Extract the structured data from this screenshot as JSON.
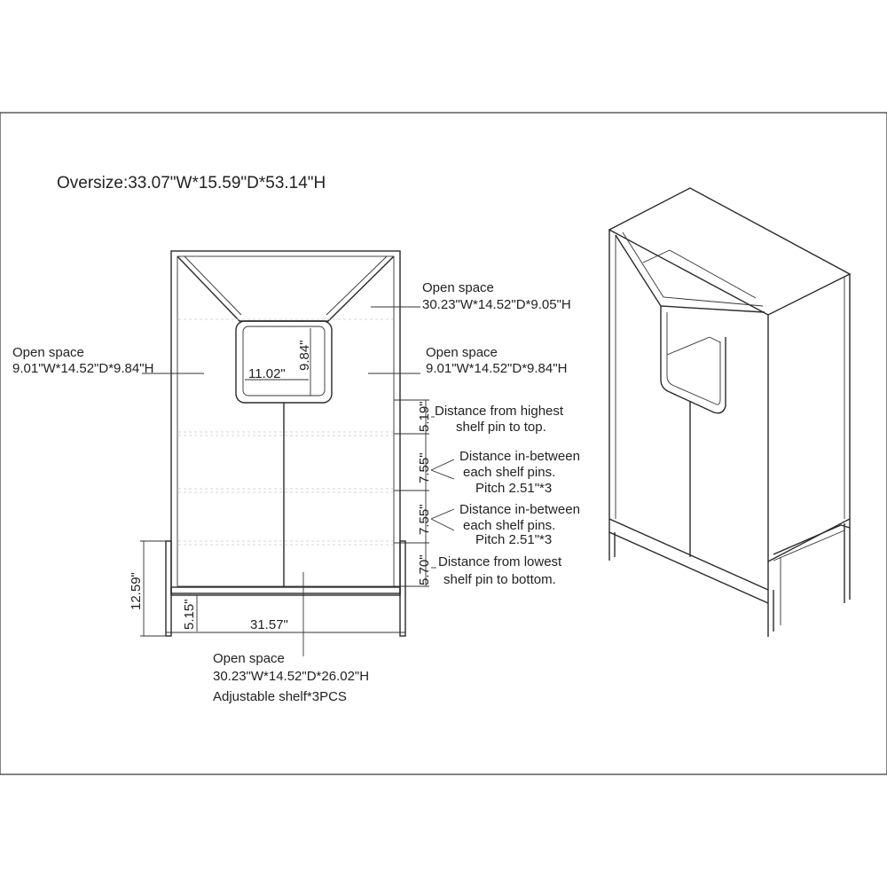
{
  "title": "Oversize:33.07\"W*15.59\"D*53.14\"H",
  "labels": {
    "top_open_title": "Open space",
    "top_open_dims": "30.23\"W*14.52\"D*9.05\"H",
    "left_open_title": "Open space",
    "left_open_dims": "9.01\"W*14.52\"D*9.84\"H",
    "right_open_title": "Open space",
    "right_open_dims": "9.01\"W*14.52\"D*9.84\"H",
    "bottom_open_title": "Open space",
    "bottom_open_dims": "30.23\"W*14.52\"D*26.02\"H",
    "bottom_open_shelf": "Adjustable shelf*3PCS",
    "highest_pin_1": "Distance from highest",
    "highest_pin_2": "shelf pin to top.",
    "between_a_1": "Distance in-between",
    "between_a_2": "each shelf pins.",
    "between_a_3": "Pitch 2.51\"*3",
    "between_b_1": "Distance in-between",
    "between_b_2": "each shelf pins.",
    "between_b_3": "Pitch 2.51\"*3",
    "lowest_pin_1": "Distance from lowest",
    "lowest_pin_2": "shelf pin to bottom."
  },
  "dimensions": {
    "niche_width": "11.02\"",
    "niche_height": "9.84\"",
    "top_gap": "5.19\"",
    "between_a": "7.55\"",
    "between_b": "7.55\"",
    "bottom_gap": "5.70\"",
    "leg_height": "12.59\"",
    "leg_clearance": "5.15\"",
    "inner_width": "31.57\""
  }
}
